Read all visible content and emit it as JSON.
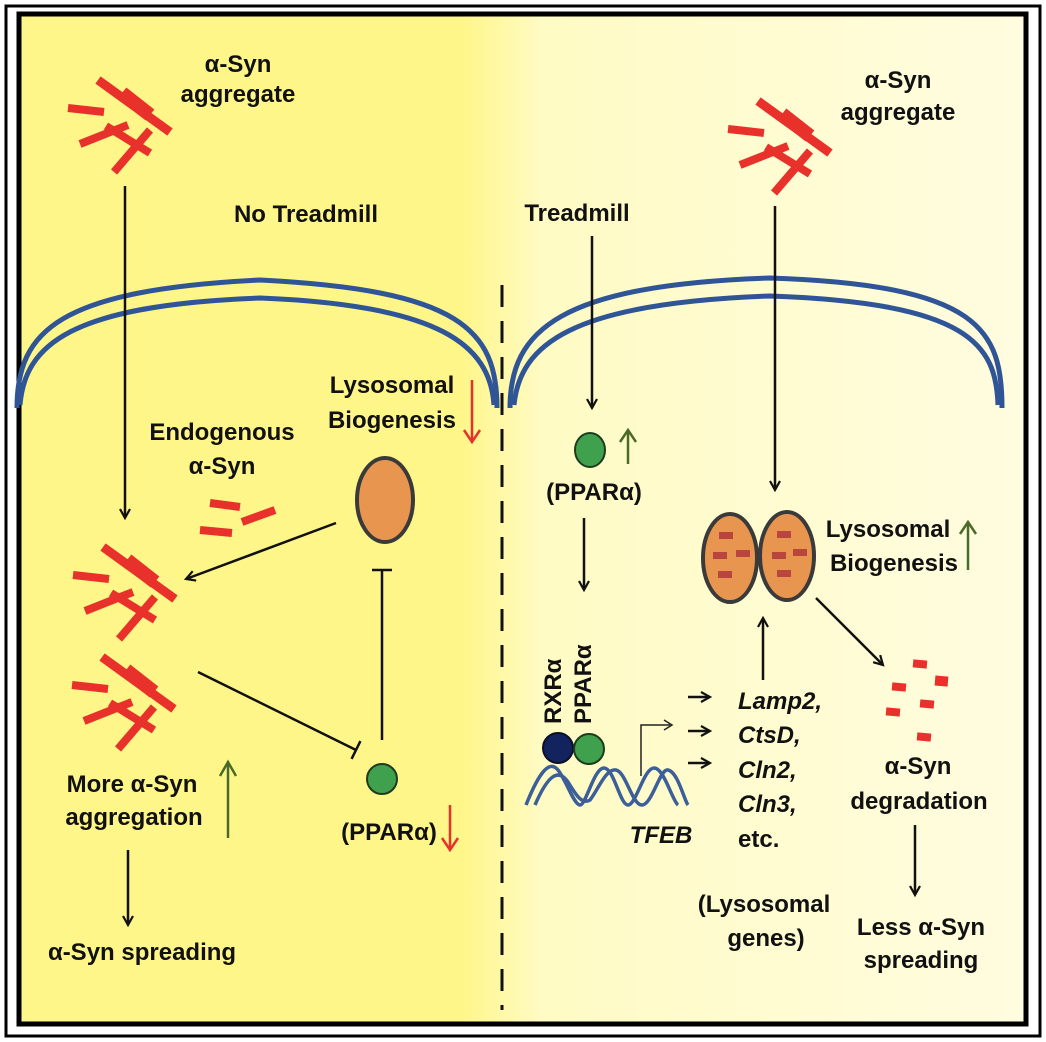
{
  "panels": {
    "left": {
      "condition": "No Treadmill",
      "aggregate_label": [
        "α-Syn",
        "aggregate"
      ],
      "endogenous_label": [
        "Endogenous",
        "α-Syn"
      ],
      "lysosomal_label": [
        "Lysosomal",
        "Biogenesis"
      ],
      "lysosomal_trend": "down",
      "ppar_label": "(PPARα)",
      "ppar_trend": "down",
      "aggregation_label": [
        "More α-Syn",
        "aggregation"
      ],
      "aggregation_trend": "up",
      "outcome_label": "α-Syn spreading"
    },
    "right": {
      "condition": "Treadmill",
      "aggregate_label": [
        "α-Syn",
        "aggregate"
      ],
      "ppar_label": "(PPARα)",
      "ppar_trend": "up",
      "rxr_label": "RXRα",
      "ppar_bound_label": "PPARα",
      "tfeb_label": "TFEB",
      "genes": [
        "Lamp2,",
        "CtsD,",
        "Cln2,",
        "Cln3,",
        "etc."
      ],
      "genes_caption": [
        "(Lysosomal",
        "genes)"
      ],
      "lysosomal_label": [
        "Lysosomal",
        "Biogenesis"
      ],
      "lysosomal_trend": "up",
      "degradation_label": [
        "α-Syn",
        "degradation"
      ],
      "outcome_label": [
        "Less α-Syn",
        "spreading"
      ]
    }
  },
  "colors": {
    "left_bg": "#fff68a",
    "right_bg": "#fffbd6",
    "membrane": "#2f5597",
    "aggregate": "#e8312a",
    "lysosome_fill": "#e8964f",
    "lysosome_cargo": "#b8463f",
    "ppar": "#3fa14e",
    "rxr": "#13235e",
    "up_arrow": "#4a6a2a",
    "down_arrow": "#e8312a",
    "dna": "#3c5f9a"
  }
}
